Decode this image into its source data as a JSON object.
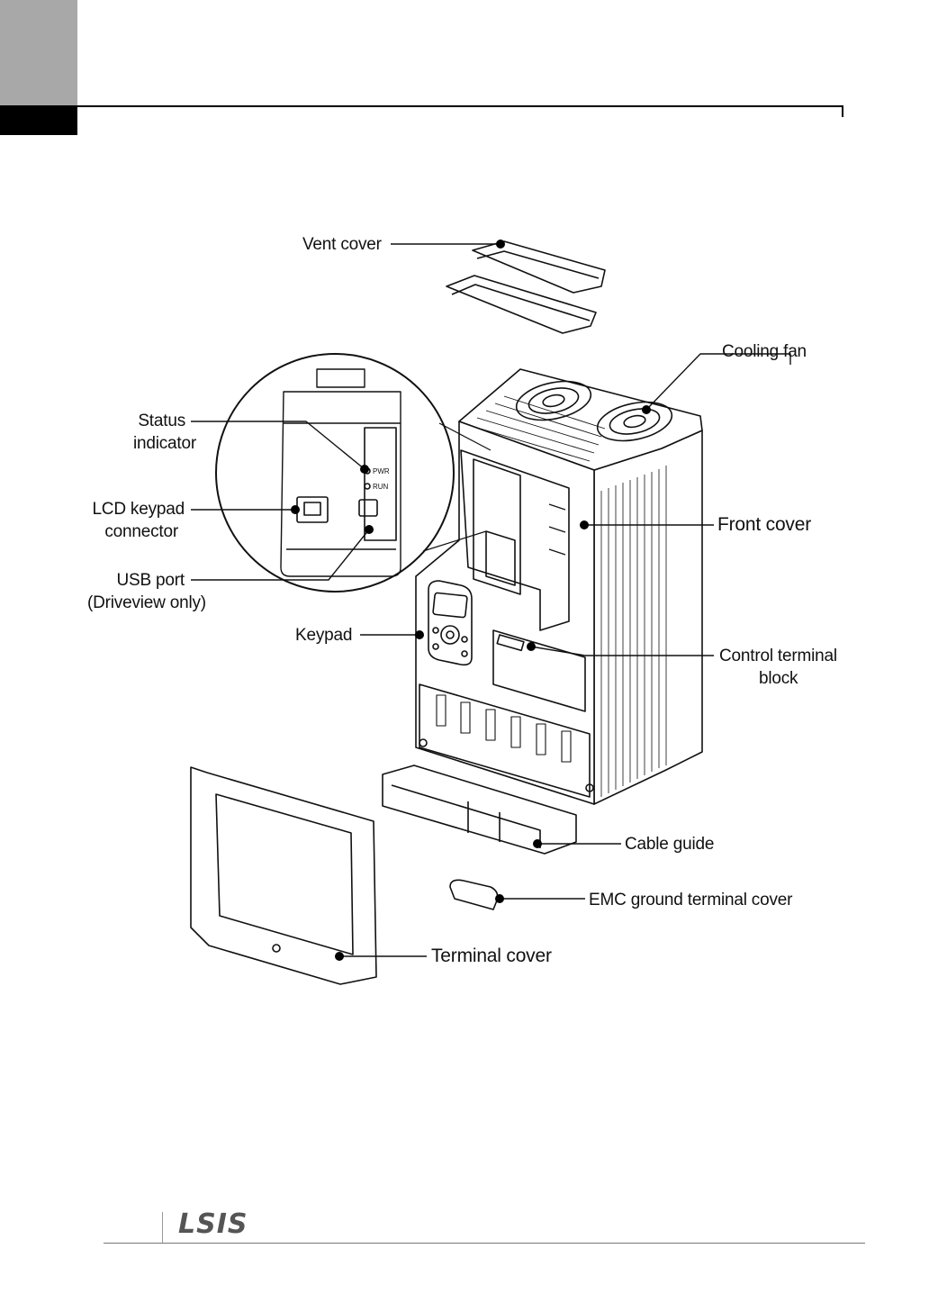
{
  "labels": {
    "vent_cover": "Vent cover",
    "cooling_fan": "Cooling fan",
    "status_indicator": [
      "Status",
      "indicator"
    ],
    "lcd_keypad_connector": [
      "LCD keypad",
      "connector"
    ],
    "usb_port": [
      "USB port",
      "(Driveview only)"
    ],
    "front_cover": "Front cover",
    "keypad": "Keypad",
    "control_terminal_block": [
      "Control terminal",
      "block"
    ],
    "cable_guide": "Cable guide",
    "emc_ground_terminal_cover": "EMC ground terminal cover",
    "terminal_cover": "Terminal cover"
  },
  "inset": {
    "indicator_pwr": "PWR",
    "indicator_run": "RUN"
  },
  "footer": {
    "logo": "LSIS"
  }
}
